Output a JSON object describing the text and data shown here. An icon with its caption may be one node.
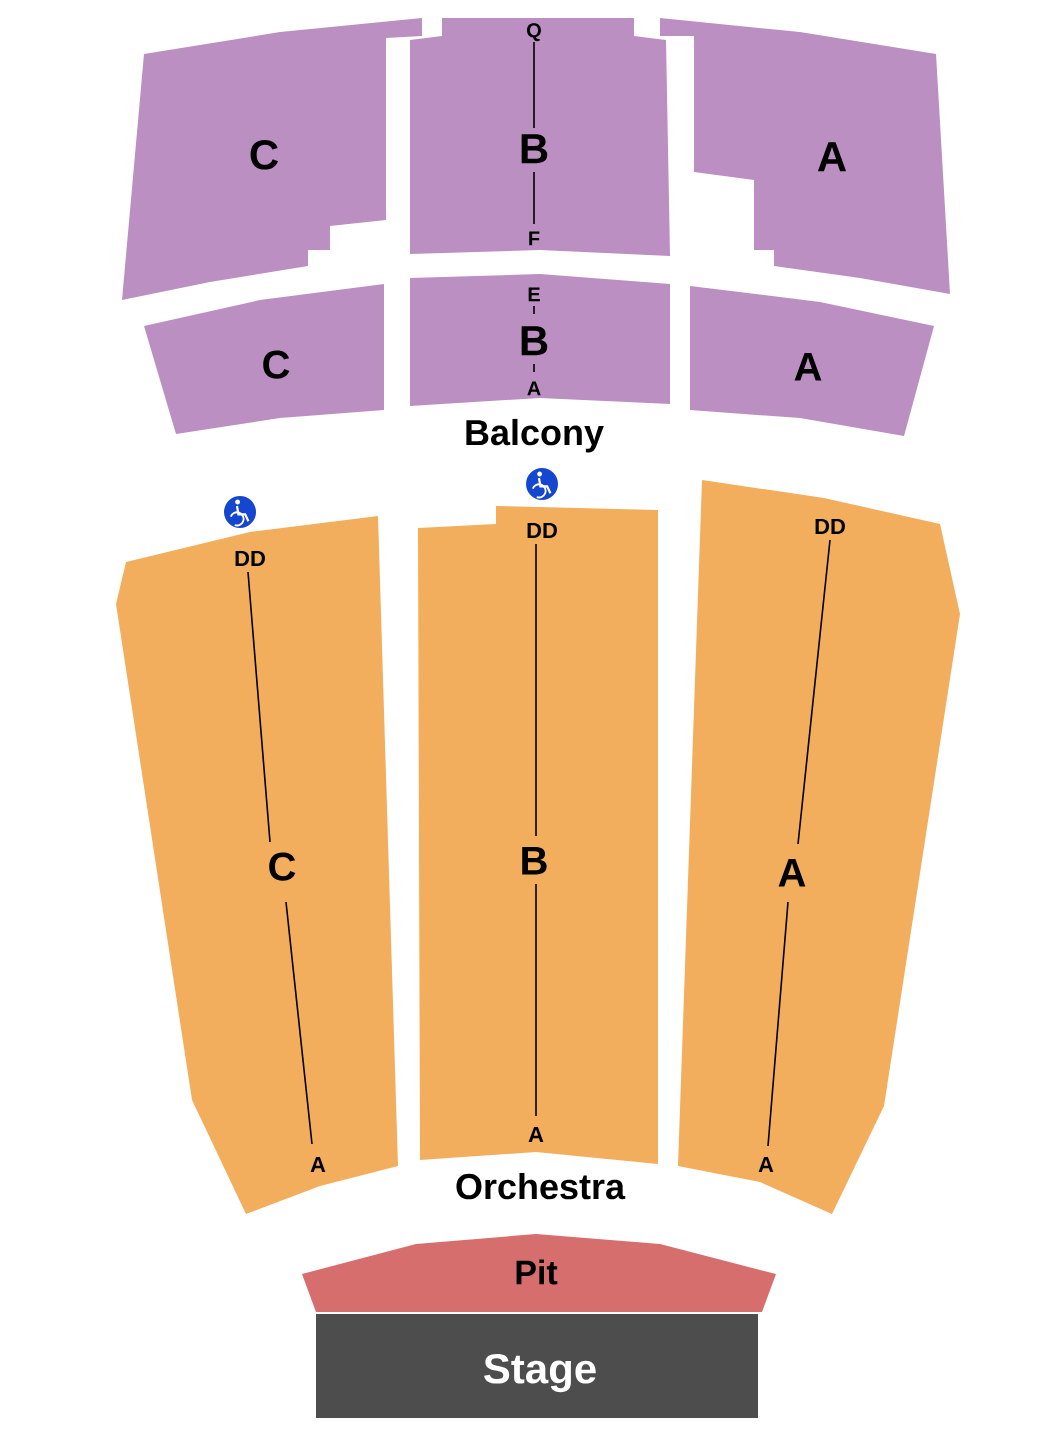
{
  "diagram": {
    "nodes": [
      {
        "text": [
          "C"
        ]
      },
      {
        "text": [
          "Q",
          "B",
          "F"
        ]
      },
      {
        "text": [
          "A"
        ]
      },
      {
        "text": [
          "C"
        ]
      },
      {
        "text": [
          "E",
          "B",
          "A"
        ]
      },
      {
        "text": [
          "A"
        ]
      },
      {
        "text": [
          "DD",
          "C",
          "A"
        ]
      },
      {
        "text": [
          "DD",
          "B",
          "A"
        ]
      },
      {
        "text": [
          "DD",
          "A",
          "A"
        ]
      },
      {
        "text": [
          "Pit"
        ]
      },
      {
        "text": [
          "Stage"
        ]
      }
    ],
    "labels": [
      "Balcony",
      "Orchestra"
    ]
  }
}
